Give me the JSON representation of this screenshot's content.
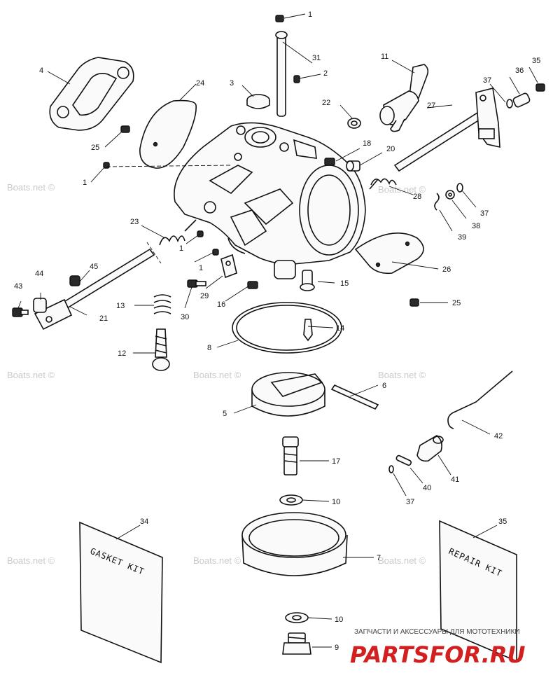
{
  "watermark_text": "Boats.net ©",
  "brand_tagline": "ЗАПЧАСТИ И АКСЕССУАРЫ ДЛЯ МОТОТЕХНИКИ",
  "brand_name": "PARTSFOR.RU",
  "brand_color": "#d21f1f",
  "kits": {
    "gasket_kit_label": "GASKET KIT",
    "repair_kit_label": "REPAIR KIT"
  },
  "callouts": {
    "c1a": "1",
    "c1b": "1",
    "c1c": "1",
    "c1d": "1",
    "c2": "2",
    "c3": "3",
    "c4": "4",
    "c5": "5",
    "c6": "6",
    "c7": "7",
    "c8": "8",
    "c9": "9",
    "c10a": "10",
    "c10b": "10",
    "c11": "11",
    "c12": "12",
    "c13": "13",
    "c14": "14",
    "c15": "15",
    "c16": "16",
    "c17": "17",
    "c18": "18",
    "c20": "20",
    "c21": "21",
    "c22": "22",
    "c23": "23",
    "c24": "24",
    "c25a": "25",
    "c25b": "25",
    "c26": "26",
    "c27": "27",
    "c28": "28",
    "c29": "29",
    "c30": "30",
    "c31": "31",
    "c34": "34",
    "c35a": "35",
    "c35b": "35",
    "c36": "36",
    "c37a": "37",
    "c37b": "37",
    "c37c": "37",
    "c38": "38",
    "c39": "39",
    "c40": "40",
    "c41": "41",
    "c42": "42",
    "c43": "43",
    "c44": "44",
    "c45": "45"
  }
}
